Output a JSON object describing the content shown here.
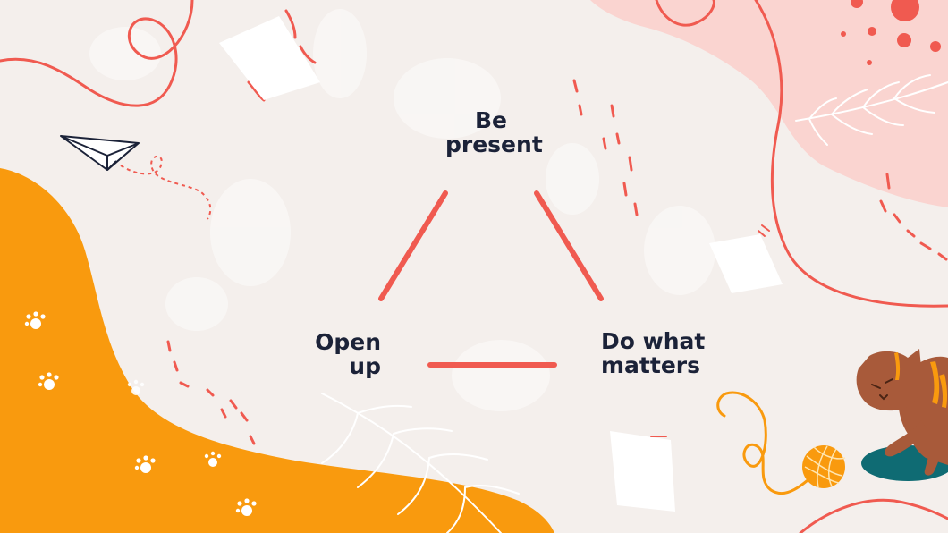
{
  "diagram": {
    "top": {
      "line1": "Be",
      "line2": "present"
    },
    "left": {
      "line1": "Open",
      "line2": "up"
    },
    "right": {
      "line1": "Do what",
      "line2": "matters"
    }
  },
  "colors": {
    "background": "#f4efec",
    "accent_red": "#f05a50",
    "orange": "#f99a0e",
    "pink": "#fad4d0",
    "text": "#1b2238",
    "teal": "#0f6b73",
    "cat_brown": "#a85a3a"
  }
}
